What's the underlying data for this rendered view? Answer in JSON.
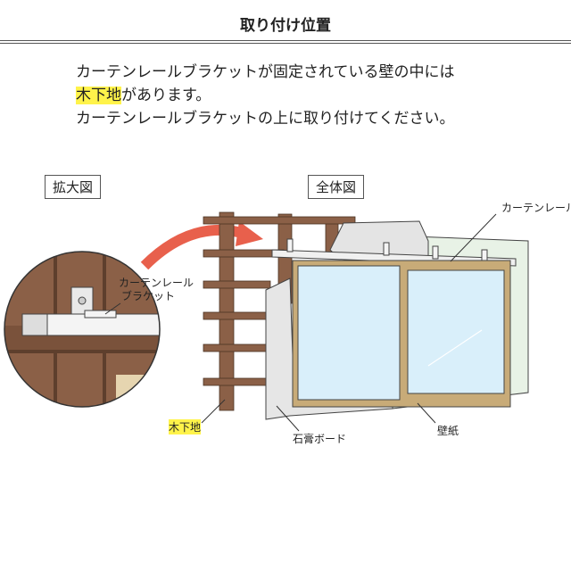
{
  "title": "取り付け位置",
  "intro": {
    "line1": "カーテンレールブラケットが固定されている壁の中には",
    "line2_highlight": "木下地",
    "line2_rest": "があります。",
    "line3": "カーテンレールブラケットの上に取り付けてください。"
  },
  "diagram": {
    "zoom_label": "拡大図",
    "overall_label": "全体図",
    "bracket_label_1": "カーテンレール",
    "bracket_label_2": "ブラケット",
    "rail_label": "カーテンレール",
    "wood_label": "木下地",
    "gypsum_label": "石膏ボード",
    "wallpaper_label": "壁紙"
  },
  "colors": {
    "highlight": "#fff34a",
    "wood": "#8b6047",
    "arrow": "#e8604c",
    "glass": "#d9effa",
    "frame": "#c8ab78"
  }
}
